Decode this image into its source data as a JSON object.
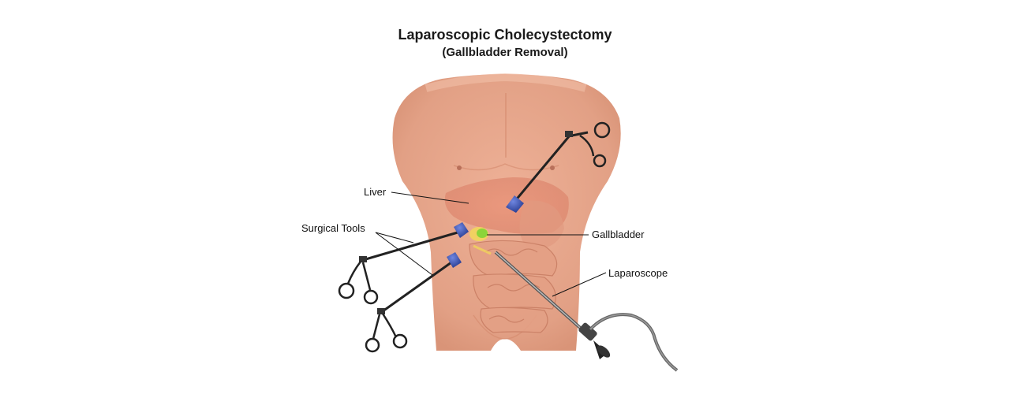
{
  "diagram": {
    "title": "Laparoscopic Cholecystectomy",
    "subtitle": "(Gallbladder Removal)",
    "labels": {
      "liver": "Liver",
      "surgical_tools": "Surgical Tools",
      "gallbladder": "Gallbladder",
      "laparoscope": "Laparoscope"
    },
    "colors": {
      "skin": "#e9a98b",
      "skin_shade": "#d88f72",
      "liver": "#e58a72",
      "intestine": "#e7a184",
      "gallbladder": "#8bd43a",
      "port": "#3c4fa8",
      "instrument": "#222222"
    }
  }
}
